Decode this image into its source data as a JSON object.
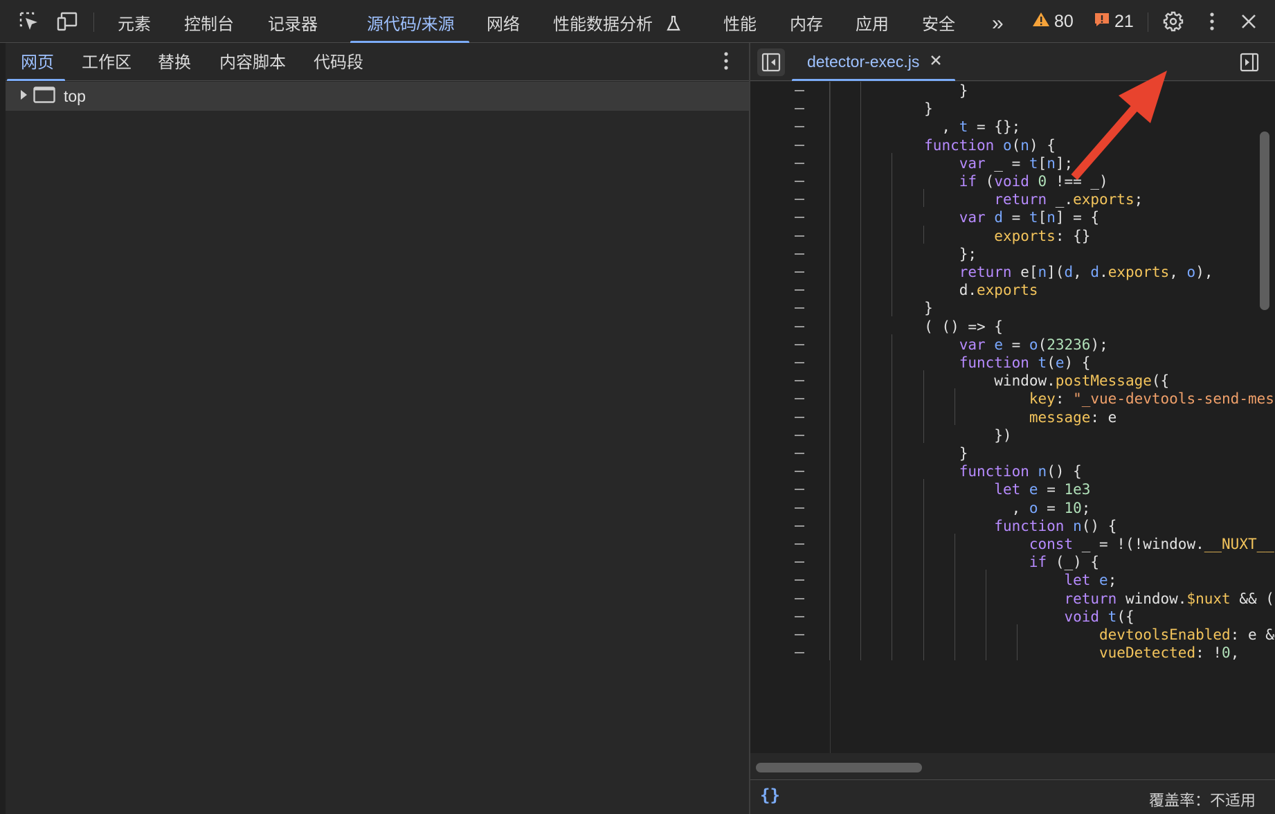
{
  "toolbar": {
    "tabs": [
      {
        "label": "元素"
      },
      {
        "label": "控制台"
      },
      {
        "label": "记录器"
      },
      {
        "label": "源代码/来源"
      },
      {
        "label": "网络"
      },
      {
        "label": "性能数据分析"
      },
      {
        "label": "性能"
      },
      {
        "label": "内存"
      },
      {
        "label": "应用"
      },
      {
        "label": "安全"
      }
    ],
    "more_tabs_label": "»",
    "warnings_count": "80",
    "issues_count": "21",
    "icons": [
      "inspect-element-icon",
      "device-toolbar-icon",
      "experiment-flask-icon",
      "warning-icon",
      "issue-icon",
      "gear-icon",
      "more-vertical-icon",
      "close-icon"
    ]
  },
  "navigator": {
    "tabs": [
      {
        "label": "网页"
      },
      {
        "label": "工作区"
      },
      {
        "label": "替换"
      },
      {
        "label": "内容脚本"
      },
      {
        "label": "代码段"
      }
    ],
    "tree": {
      "label": "top"
    }
  },
  "editor": {
    "file_tab": {
      "label": "detector-exec.js"
    },
    "code_lines": [
      "            }",
      "        }",
      "          , t = {};",
      "        function o(n) {",
      "            var _ = t[n];",
      "            if (void 0 !== _)",
      "                return _.exports;",
      "            var d = t[n] = {",
      "                exports: {}",
      "            };",
      "            return e[n](d, d.exports, o),",
      "            d.exports",
      "        }",
      "        ( () => {",
      "            var e = o(23236);",
      "            function t(e) {",
      "                window.postMessage({",
      "                    key: \"_vue-devtools-send-message\",",
      "                    message: e",
      "                })",
      "            }",
      "            function n() {",
      "                let e = 1e3",
      "                  , o = 10;",
      "                function n() {",
      "                    const _ = !(!window.__NUXT__ &&",
      "                    if (_) {",
      "                        let e;",
      "                        return window.$nuxt && (e",
      "                        void t({",
      "                            devtoolsEnabled: e &&",
      "                            vueDetected: !0,"
    ]
  },
  "status_bar": {
    "pretty_print_label": "{}",
    "coverage_text": "覆盖率：不适用"
  },
  "colors": {
    "accent": "#7cacf8",
    "keyword": "#b78bff",
    "variable": "#7aa8ff",
    "number": "#b1e1b9",
    "property": "#f4c55c",
    "string": "#f0a06a",
    "arrow": "#e8432e"
  }
}
